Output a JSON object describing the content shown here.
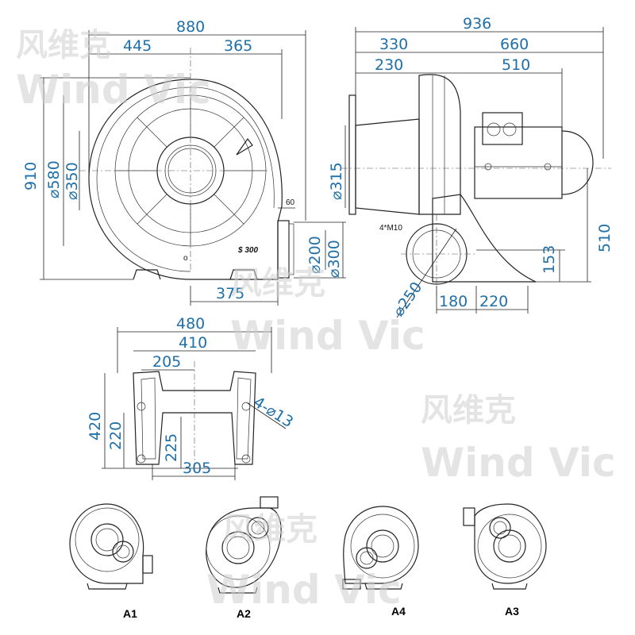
{
  "front_view": {
    "dims_top": [
      "880",
      "445",
      "365"
    ],
    "dims_left": [
      "910",
      "⌀580",
      "⌀350"
    ],
    "dims_right": [
      "60",
      "⌀200",
      "⌀300"
    ],
    "dims_bottom": [
      "375"
    ],
    "labels": [
      "$ 300"
    ]
  },
  "side_view": {
    "dims_top": [
      "936",
      "330",
      "660",
      "230",
      "510"
    ],
    "dims_left": [
      "⌀315"
    ],
    "dims_right": [
      "510",
      "153"
    ],
    "dims_bottom": [
      "180",
      "220"
    ],
    "dims_other": [
      "⌀250"
    ],
    "labels": [
      "4*M10"
    ]
  },
  "base_view": {
    "dims_top": [
      "480",
      "410",
      "205"
    ],
    "dims_left": [
      "420",
      "220",
      "225"
    ],
    "dims_bottom": [
      "305"
    ],
    "dims_other": [
      "4-⌀13"
    ]
  },
  "orientations": [
    "A1",
    "A2",
    "A4",
    "A3"
  ],
  "watermark": {
    "cn": "风维克",
    "en": "Wind Vic"
  }
}
